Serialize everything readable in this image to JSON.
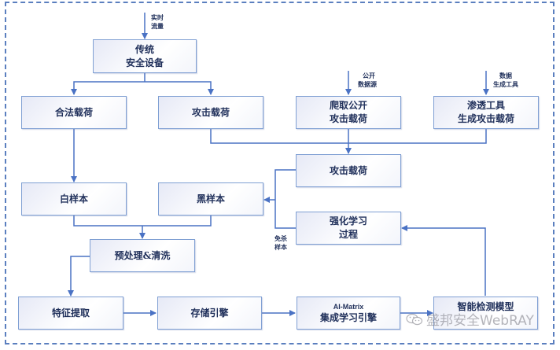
{
  "colors": {
    "line": "#4a72c4",
    "box_border": "#7f9fd3",
    "text": "#1f2f5a",
    "frame": "#5b7fbf"
  },
  "inputs": {
    "realtime_traffic": [
      "实时",
      "流量"
    ],
    "public_data_source": [
      "公开",
      "数据源"
    ],
    "data_gen_tool": [
      "数据",
      "生成工具"
    ],
    "evasion_sample": [
      "免杀",
      "样本"
    ]
  },
  "nodes": {
    "traditional_security_device": [
      "传统",
      "安全设备"
    ],
    "legit_payload": "合法载荷",
    "attack_payload": "攻击载荷",
    "crawl_public_attack_payload": [
      "爬取公开",
      "攻击载荷"
    ],
    "pentest_tool_generate_payload": [
      "渗透工具",
      "生成攻击载荷"
    ],
    "attack_payload_2": "攻击载荷",
    "white_sample": "白样本",
    "black_sample": "黑样本",
    "reinforcement_learning": [
      "强化学习",
      "过程"
    ],
    "preprocess_clean": "预处理&清洗",
    "feature_extraction": "特征提取",
    "storage_engine": "存储引擎",
    "ai_matrix": {
      "title": "AI-Matrix",
      "subtitle": "集成学习引擎"
    },
    "smart_detection_model": "智能检测模型"
  },
  "watermark": {
    "icon": "wechat-icon",
    "text": "盛邦安全WebRAY"
  }
}
